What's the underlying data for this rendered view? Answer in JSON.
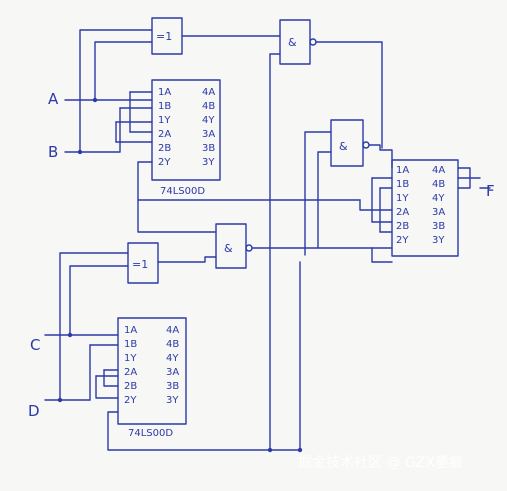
{
  "colors": {
    "ink": "#2b3aa8",
    "paper": "#f7f7f5"
  },
  "inputs": {
    "a": "A",
    "b": "B",
    "c": "C",
    "d": "D"
  },
  "output": {
    "f": "F"
  },
  "gates": {
    "xor": "=1",
    "nand": "&"
  },
  "chips": {
    "part": "74LS00D",
    "left_pins": [
      "1A",
      "1B",
      "1Y",
      "2A",
      "2B",
      "2Y"
    ],
    "right_pins": [
      "4A",
      "4B",
      "4Y",
      "3A",
      "3B",
      "3Y"
    ]
  },
  "watermark": "掘金技术社区 @ GZX墨痕"
}
